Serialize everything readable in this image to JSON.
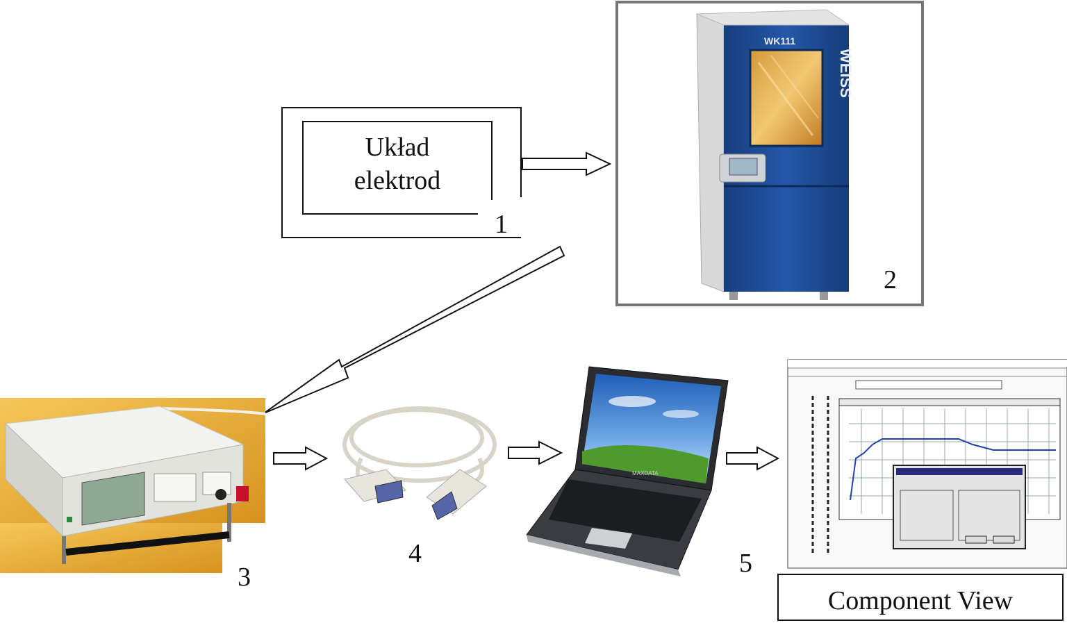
{
  "diagram": {
    "box1": {
      "line1": "Układ",
      "line2": "elektrod",
      "number": "1"
    },
    "chamber": {
      "number": "2",
      "brand_text": "WEISS",
      "model_text": "WK111"
    },
    "meter": {
      "number": "3"
    },
    "cable": {
      "number": "4"
    },
    "laptop": {
      "number": "5",
      "brand_text": "MAXDATA"
    },
    "software": {
      "caption": "Component View"
    }
  },
  "colors": {
    "chamber_blue": "#1f4f9a",
    "meter_background": "#e8a92c",
    "screen_sky": "#3d82d0",
    "screen_grass": "#4e9a2c"
  }
}
